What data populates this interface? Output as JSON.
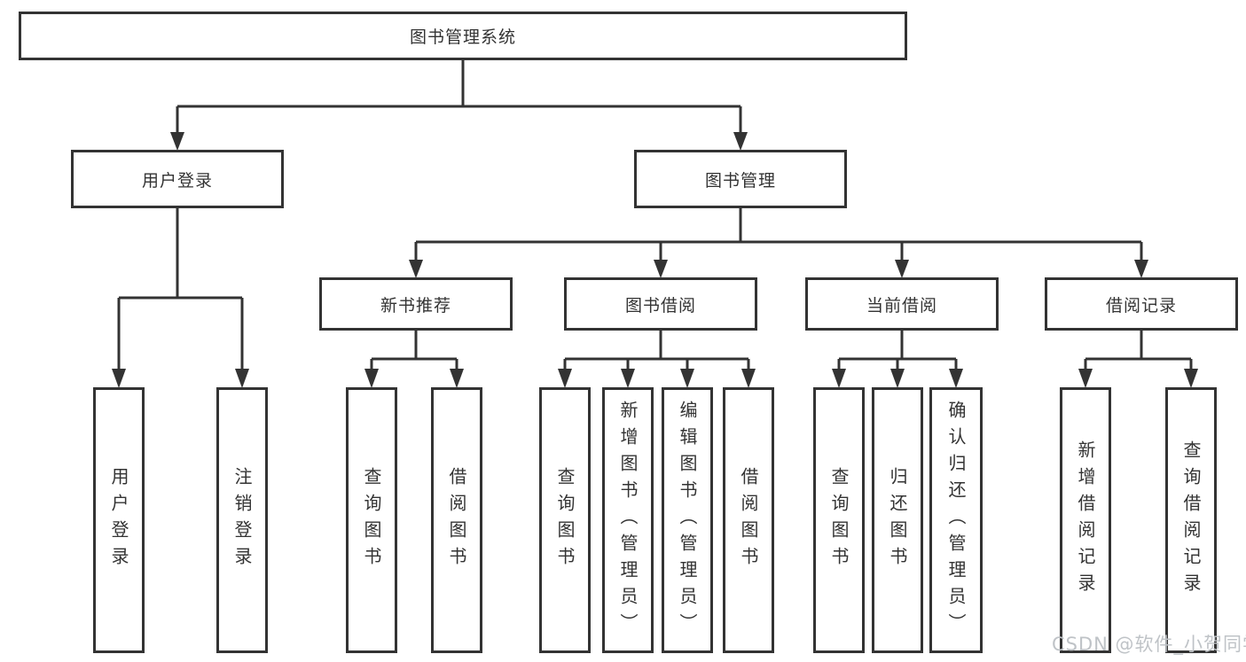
{
  "diagram": {
    "root": "图书管理系统",
    "level2": [
      "用户登录",
      "图书管理"
    ],
    "level3": [
      "新书推荐",
      "图书借阅",
      "当前借阅",
      "借阅记录"
    ],
    "leaves_login": [
      "用户登录",
      "注销登录"
    ],
    "leaves_recommend": [
      "查询图书",
      "借阅图书"
    ],
    "leaves_borrow": [
      "查询图书",
      "新增图书（管理员）",
      "编辑图书（管理员）",
      "借阅图书"
    ],
    "leaves_current": [
      "查询图书",
      "归还图书",
      "确认归还（管理员）"
    ],
    "leaves_records": [
      "新增借阅记录",
      "查询借阅记录"
    ]
  },
  "watermark": "CSDN @软件_小贺同学",
  "colors": {
    "background": "#ffffff",
    "line": "#333333",
    "box_border": "#333333",
    "box_fill": "#ffffff",
    "text": "#333333",
    "watermark": "#bfc3c7"
  }
}
